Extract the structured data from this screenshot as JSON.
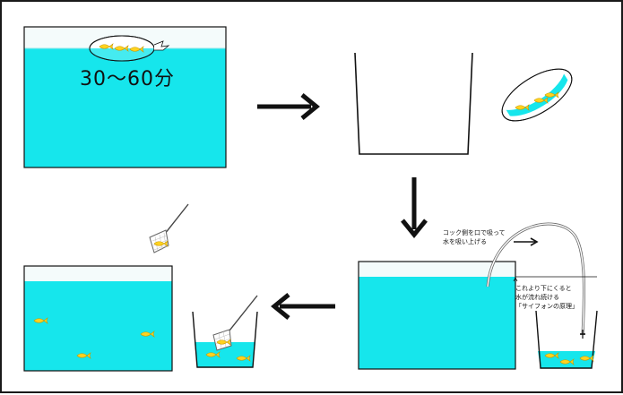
{
  "texts": {
    "acclimation_time": "30〜60分",
    "suck_note": "コック側を口で吸って\n水を吸い上げる",
    "siphon_note": "これより下にくると\n水が流れ続ける\n「サイフォンの原理」"
  },
  "colors": {
    "water": "#16e6ec",
    "water_top": "#3ff0f4",
    "glass_air": "#f4fbfb",
    "fish": "#ffd21f",
    "fish_outline": "#c89a00",
    "outline": "#111111",
    "bag_fill": "#ffffff"
  },
  "icons": [
    "fish-icon",
    "arrow-right-icon",
    "arrow-down-icon",
    "arrow-left-icon",
    "fish-net-icon",
    "siphon-hose-icon",
    "bag-icon"
  ]
}
